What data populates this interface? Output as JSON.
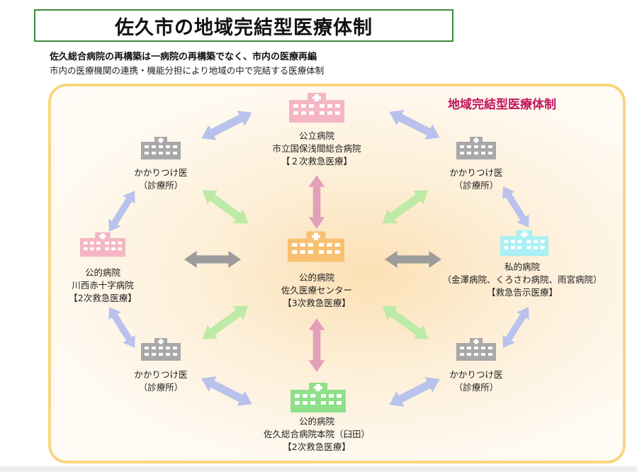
{
  "title": "佐久市の地域完結型医療体制",
  "subtitle_bold": "佐久総合病院の再構築は一病院の再構築でなく、市内の医療再編",
  "subtitle": "市内の医療機関の連携・機能分担により地域の中で完結する医療体制",
  "region_label": "地域完結型医療体制",
  "colors": {
    "title_border": "#3a8a3a",
    "region_label": "#c0145a",
    "pink_hospital": "#f4b6c2",
    "orange_hospital": "#f8c070",
    "green_hospital": "#8fe08a",
    "cyan_hospital": "#a8f0f4",
    "clinic_gray": "#a8a8a8",
    "arrow_blue": "#b8c2ec",
    "arrow_green": "#bdeaa6",
    "arrow_pink": "#e2a0b8",
    "arrow_gray": "#9c9c9c"
  },
  "nodes": {
    "top": {
      "lines": [
        "公立病院",
        "市立国保浅間総合病院",
        "【２次救急医療】"
      ],
      "icon": "hospital-icon"
    },
    "center": {
      "lines": [
        "公的病院",
        "佐久医療センター",
        "【3次救急医療】"
      ],
      "icon": "hospital-icon"
    },
    "bottom": {
      "lines": [
        "公的病院",
        "佐久総合病院本院（臼田）",
        "【2次救急医療】"
      ],
      "icon": "hospital-icon"
    },
    "left": {
      "lines": [
        "公的病院",
        "川西赤十字病院",
        "【2次救急医療】"
      ],
      "icon": "hospital-icon"
    },
    "right": {
      "lines": [
        "私的病院",
        "（金澤病院、くろさわ病院、雨宮病院）",
        "【救急告示医療】"
      ],
      "icon": "hospital-icon"
    },
    "clinic_tl": {
      "lines": [
        "かかりつけ医",
        "（診療所）"
      ],
      "icon": "clinic-icon"
    },
    "clinic_tr": {
      "lines": [
        "かかりつけ医",
        "（診療所）"
      ],
      "icon": "clinic-icon"
    },
    "clinic_bl": {
      "lines": [
        "かかりつけ医",
        "（診療所）"
      ],
      "icon": "clinic-icon"
    },
    "clinic_br": {
      "lines": [
        "かかりつけ医",
        "（診療所）"
      ],
      "icon": "clinic-icon"
    }
  }
}
